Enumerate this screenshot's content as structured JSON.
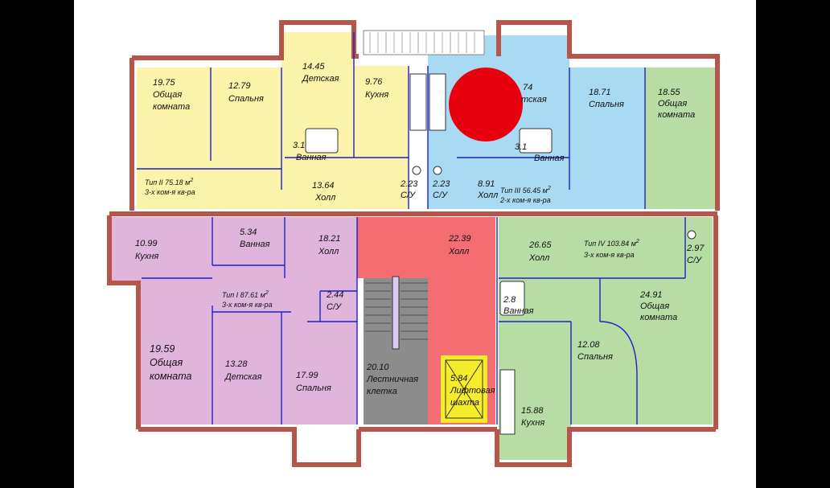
{
  "colors": {
    "yellow": "#fbf3a9",
    "blue": "#a9daf3",
    "green": "#b7dca4",
    "purple": "#dfb5dc",
    "red": "#f36d72",
    "gray": "#8c8c8c",
    "elevator": "#f7ec2b",
    "wall": "#e9c9c0",
    "wall_line": "#b8554b",
    "marker": "#e8000f"
  },
  "rooms": {
    "r1975": {
      "area": "19.75",
      "name1": "Общая",
      "name2": "комната"
    },
    "r1279": {
      "area": "12.79",
      "name1": "Спальня"
    },
    "r1445": {
      "area": "14.45",
      "name1": "Детская"
    },
    "r976": {
      "area": "9.76",
      "name1": "Кухня"
    },
    "r31a": {
      "area": "3.1",
      "name1": "Ванная"
    },
    "r1364": {
      "area": "13.64",
      "name1": "Холл"
    },
    "r223a": {
      "area": "2.23",
      "name1": "С/У"
    },
    "r223b": {
      "area": "2.23",
      "name1": "С/У"
    },
    "r891": {
      "area": "8.91",
      "name1": "Холл"
    },
    "r74": {
      "area": "74",
      "name1": "тская"
    },
    "r31b": {
      "area": "3.1",
      "name1": "Ванная"
    },
    "r1871": {
      "area": "18.71",
      "name1": "Спальня"
    },
    "r1855": {
      "area": "18.55",
      "name1": "Общая",
      "name2": "комната"
    },
    "r1099": {
      "area": "10.99",
      "name1": "Кухня"
    },
    "r534": {
      "area": "5.34",
      "name1": "Ванная"
    },
    "r1821": {
      "area": "18.21",
      "name1": "Холл"
    },
    "r2239": {
      "area": "22.39",
      "name1": "Холл"
    },
    "r2665": {
      "area": "26.65",
      "name1": "Холл"
    },
    "r297": {
      "area": "2.97",
      "name1": "С/У"
    },
    "r244": {
      "area": "2.44",
      "name1": "С/У"
    },
    "r1959": {
      "area": "19.59",
      "name1": "Общая",
      "name2": "комната"
    },
    "r1328": {
      "area": "13.28",
      "name1": "Детская"
    },
    "r1799": {
      "area": "17.99",
      "name1": "Спальня"
    },
    "r2010": {
      "area": "20.10",
      "name1": "Лестничная",
      "name2": "клетка"
    },
    "r584": {
      "area": "5.84",
      "name1": "Лифтовая",
      "name2": "шахта"
    },
    "r28": {
      "area": "2.8",
      "name1": "Ванная"
    },
    "r2491": {
      "area": "24.91",
      "name1": "Общая",
      "name2": "комната"
    },
    "r1208": {
      "area": "12.08",
      "name1": "Спальня"
    },
    "r1588": {
      "area": "15.88",
      "name1": "Кухня"
    }
  },
  "apartments": {
    "typeII": {
      "line1": "Тип II  75.18 м",
      "sup": "2",
      "line2": "3-х ком-я кв-ра"
    },
    "typeIII": {
      "line1": "Тип III  56.45 м",
      "sup": "2",
      "line2": "2-х ком-я кв-ра"
    },
    "typeI": {
      "line1": "Тип I 87.61 м",
      "sup": "2",
      "line2": "3-х ком-я кв-ра"
    },
    "typeIV": {
      "line1": "Тип IV  103.84 м",
      "sup": "2",
      "line2": "3-х ком-я кв-ра"
    }
  }
}
